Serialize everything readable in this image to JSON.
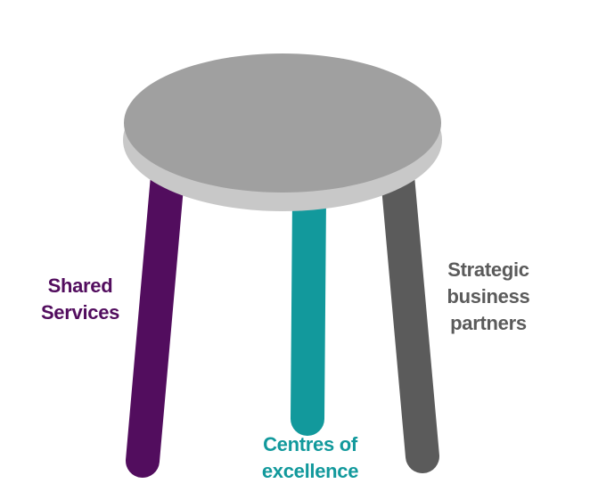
{
  "labels": {
    "shared": [
      "Shared",
      "Services"
    ],
    "centres": [
      "Centres of",
      "excellence"
    ],
    "strategic": [
      "Strategic",
      "business",
      "partners"
    ]
  },
  "colors": {
    "shared": "#520d5e",
    "centres": "#12999c",
    "strategic": "#5b5b5b",
    "seat_top": "#a0a0a0",
    "seat_rim": "#c8c8c8"
  }
}
